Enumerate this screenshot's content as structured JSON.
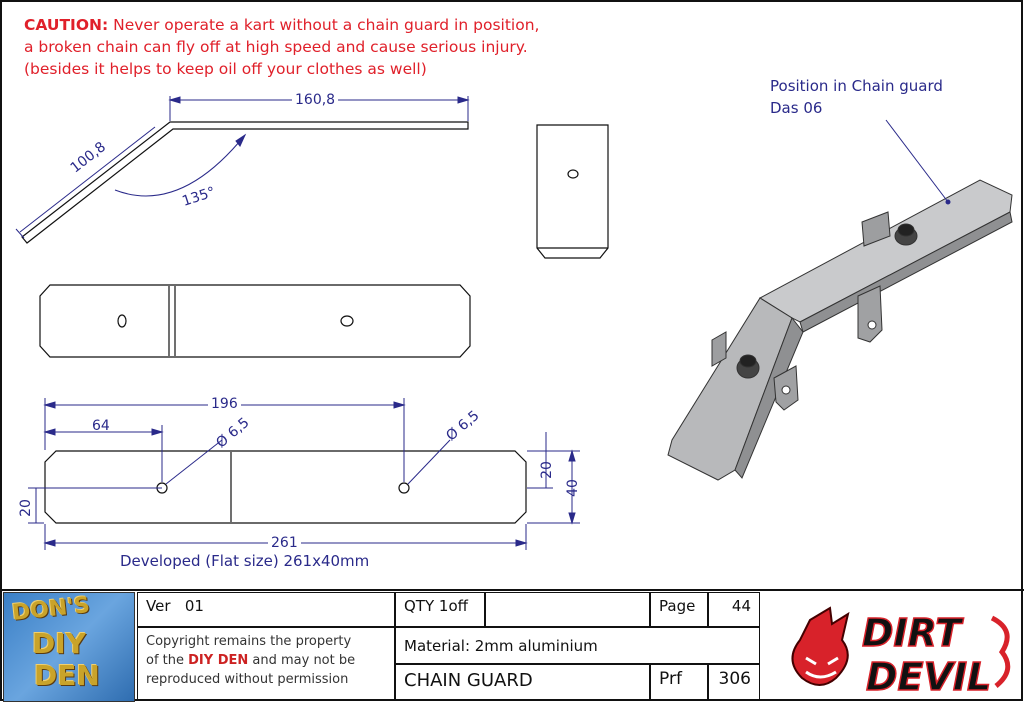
{
  "caution": {
    "prefix": "CAUTION:",
    "line1": " Never operate a kart without a chain guard in position,",
    "line2": "a broken chain can fly off at high speed and cause serious injury.",
    "line3": "(besides it helps to keep oil off your clothes as well)"
  },
  "position_label": {
    "line1": "Position in Chain guard",
    "line2": "Das 06"
  },
  "dimensions": {
    "top_length": "160,8",
    "angled_length": "100,8",
    "angle": "135°",
    "hole_span": "196",
    "hole_offset": "64",
    "hole_dia_left": "Ø 6,5",
    "hole_dia_right": "Ø 6,5",
    "half_width": "20",
    "width": "40",
    "left_height": "20",
    "total_length": "261"
  },
  "developed_label": "Developed (Flat size)  261x40mm",
  "title_block": {
    "ver_label": "Ver",
    "ver_value": "01",
    "qty": "QTY 1off",
    "page_label": "Page",
    "page_value": "44",
    "copyright_1": "Copyright remains the property",
    "copyright_2a": "of the ",
    "copyright_2b": "DIY DEN",
    "copyright_2c": " and may not be",
    "copyright_3": "reproduced without permission",
    "material": "Material:  2mm aluminium",
    "part_name": "CHAIN GUARD",
    "prf_label": "Prf",
    "prf_value": "306"
  },
  "logos": {
    "dons_1": "DON'S",
    "dons_2": "DIY",
    "dons_3": "DEN",
    "dirt": "DIRT",
    "devil": "DEVIL"
  },
  "colors": {
    "caution": "#e0202a",
    "dimension": "#2a2a8a",
    "outline": "#111111"
  }
}
